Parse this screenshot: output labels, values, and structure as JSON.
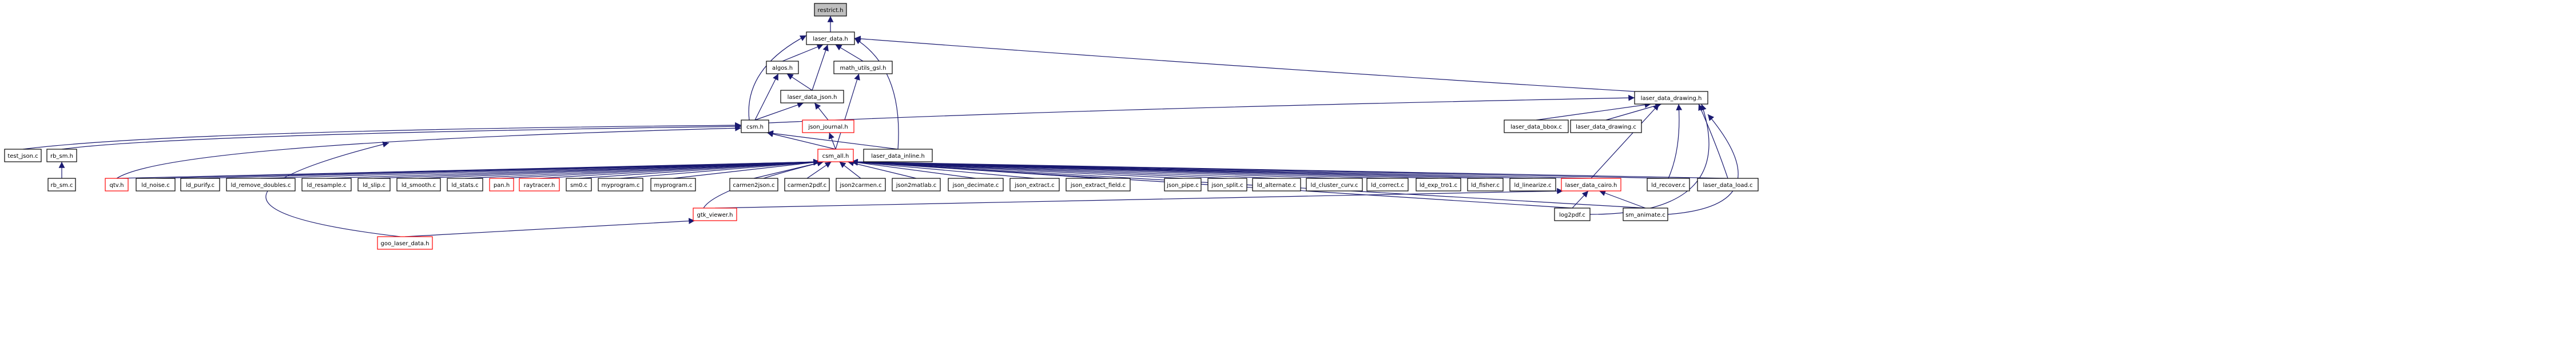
{
  "graph": {
    "edge_color": "#191970",
    "nodes": [
      {
        "id": "restrict_h",
        "label": "restrict.h",
        "kind": "root"
      },
      {
        "id": "laser_data_h",
        "label": "laser_data.h",
        "kind": "normal"
      },
      {
        "id": "algos_h",
        "label": "algos.h",
        "kind": "normal"
      },
      {
        "id": "math_utils_gsl_h",
        "label": "math_utils_gsl.h",
        "kind": "normal"
      },
      {
        "id": "laser_data_json_h",
        "label": "laser_data_json.h",
        "kind": "normal"
      },
      {
        "id": "json_journal_h",
        "label": "json_journal.h",
        "kind": "red"
      },
      {
        "id": "csm_h",
        "label": "csm.h",
        "kind": "normal"
      },
      {
        "id": "csm_all_h",
        "label": "csm_all.h",
        "kind": "red"
      },
      {
        "id": "laser_data_inline_h",
        "label": "laser_data_inline.h",
        "kind": "normal"
      },
      {
        "id": "laser_data_drawing_h",
        "label": "laser_data_drawing.h",
        "kind": "normal"
      },
      {
        "id": "laser_data_bbox_c",
        "label": "laser_data_bbox.c",
        "kind": "normal"
      },
      {
        "id": "laser_data_drawing_c",
        "label": "laser_data_drawing.c",
        "kind": "normal"
      },
      {
        "id": "test_json_c",
        "label": "test_json.c",
        "kind": "normal"
      },
      {
        "id": "rb_sm_h",
        "label": "rb_sm.h",
        "kind": "normal"
      },
      {
        "id": "rb_sm_c",
        "label": "rb_sm.c",
        "kind": "normal"
      },
      {
        "id": "qtv_h",
        "label": "qtv.h",
        "kind": "red"
      },
      {
        "id": "ld_noise_c",
        "label": "ld_noise.c",
        "kind": "normal"
      },
      {
        "id": "ld_purify_c",
        "label": "ld_purify.c",
        "kind": "normal"
      },
      {
        "id": "ld_remove_doubles_c",
        "label": "ld_remove_doubles.c",
        "kind": "normal"
      },
      {
        "id": "ld_resample_c",
        "label": "ld_resample.c",
        "kind": "normal"
      },
      {
        "id": "ld_slip_c",
        "label": "ld_slip.c",
        "kind": "normal"
      },
      {
        "id": "ld_smooth_c",
        "label": "ld_smooth.c",
        "kind": "normal"
      },
      {
        "id": "ld_stats_c",
        "label": "ld_stats.c",
        "kind": "normal"
      },
      {
        "id": "pan_h",
        "label": "pan.h",
        "kind": "red"
      },
      {
        "id": "raytracer_h",
        "label": "raytracer.h",
        "kind": "red"
      },
      {
        "id": "sm0_c",
        "label": "sm0.c",
        "kind": "normal"
      },
      {
        "id": "myprogram_c_1",
        "label": "myprogram.c",
        "kind": "normal"
      },
      {
        "id": "myprogram_c_2",
        "label": "myprogram.c",
        "kind": "normal"
      },
      {
        "id": "carmen2json_c",
        "label": "carmen2json.c",
        "kind": "normal"
      },
      {
        "id": "carmen2pdf_c",
        "label": "carmen2pdf.c",
        "kind": "normal"
      },
      {
        "id": "json2carmen_c",
        "label": "json2carmen.c",
        "kind": "normal"
      },
      {
        "id": "json2matlab_c",
        "label": "json2matlab.c",
        "kind": "normal"
      },
      {
        "id": "json_decimate_c",
        "label": "json_decimate.c",
        "kind": "normal"
      },
      {
        "id": "json_extract_c",
        "label": "json_extract.c",
        "kind": "normal"
      },
      {
        "id": "json_extract_field_c",
        "label": "json_extract_field.c",
        "kind": "normal"
      },
      {
        "id": "json_pipe_c",
        "label": "json_pipe.c",
        "kind": "normal"
      },
      {
        "id": "json_split_c",
        "label": "json_split.c",
        "kind": "normal"
      },
      {
        "id": "ld_alternate_c",
        "label": "ld_alternate.c",
        "kind": "normal"
      },
      {
        "id": "ld_cluster_curv_c",
        "label": "ld_cluster_curv.c",
        "kind": "normal"
      },
      {
        "id": "ld_correct_c",
        "label": "ld_correct.c",
        "kind": "normal"
      },
      {
        "id": "ld_exp_tro1_c",
        "label": "ld_exp_tro1.c",
        "kind": "normal"
      },
      {
        "id": "ld_fisher_c",
        "label": "ld_fisher.c",
        "kind": "normal"
      },
      {
        "id": "ld_linearize_c",
        "label": "ld_linearize.c",
        "kind": "normal"
      },
      {
        "id": "laser_data_cairo_h",
        "label": "laser_data_cairo.h",
        "kind": "red"
      },
      {
        "id": "ld_recover_c",
        "label": "ld_recover.c",
        "kind": "normal"
      },
      {
        "id": "laser_data_load_c",
        "label": "laser_data_load.c",
        "kind": "normal"
      },
      {
        "id": "gtk_viewer_h",
        "label": "gtk_viewer.h",
        "kind": "red"
      },
      {
        "id": "log2pdf_c",
        "label": "log2pdf.c",
        "kind": "normal"
      },
      {
        "id": "sm_animate_c",
        "label": "sm_animate.c",
        "kind": "normal"
      },
      {
        "id": "goo_laser_data_h",
        "label": "goo_laser_data.h",
        "kind": "red"
      }
    ],
    "edges": [
      [
        "laser_data_h",
        "restrict_h"
      ],
      [
        "algos_h",
        "laser_data_h"
      ],
      [
        "math_utils_gsl_h",
        "laser_data_h"
      ],
      [
        "laser_data_json_h",
        "laser_data_h"
      ],
      [
        "csm_h",
        "laser_data_h"
      ],
      [
        "laser_data_inline_h",
        "laser_data_h"
      ],
      [
        "laser_data_drawing_h",
        "laser_data_h"
      ],
      [
        "laser_data_json_h",
        "algos_h"
      ],
      [
        "csm_h",
        "algos_h"
      ],
      [
        "csm_h",
        "laser_data_json_h"
      ],
      [
        "json_journal_h",
        "laser_data_json_h"
      ],
      [
        "csm_all_h",
        "json_journal_h"
      ],
      [
        "csm_all_h",
        "math_utils_gsl_h"
      ],
      [
        "csm_all_h",
        "csm_h"
      ],
      [
        "laser_data_inline_h",
        "csm_h"
      ],
      [
        "csm_h",
        "laser_data_drawing_h"
      ],
      [
        "laser_data_bbox_c",
        "laser_data_drawing_h"
      ],
      [
        "laser_data_drawing_c",
        "laser_data_drawing_h"
      ],
      [
        "laser_data_cairo_h",
        "laser_data_drawing_h"
      ],
      [
        "ld_recover_c",
        "laser_data_drawing_h"
      ],
      [
        "laser_data_load_c",
        "laser_data_drawing_h"
      ],
      [
        "log2pdf_c",
        "laser_data_drawing_h"
      ],
      [
        "sm_animate_c",
        "laser_data_drawing_h"
      ],
      [
        "test_json_c",
        "csm_h"
      ],
      [
        "rb_sm_h",
        "csm_h"
      ],
      [
        "rb_sm_c",
        "rb_sm_h"
      ],
      [
        "qtv_h",
        "csm_h"
      ],
      [
        "goo_laser_data_h",
        "csm_h"
      ],
      [
        "qtv_h",
        "csm_all_h"
      ],
      [
        "ld_noise_c",
        "csm_all_h"
      ],
      [
        "ld_purify_c",
        "csm_all_h"
      ],
      [
        "ld_remove_doubles_c",
        "csm_all_h"
      ],
      [
        "ld_resample_c",
        "csm_all_h"
      ],
      [
        "ld_slip_c",
        "csm_all_h"
      ],
      [
        "ld_smooth_c",
        "csm_all_h"
      ],
      [
        "ld_stats_c",
        "csm_all_h"
      ],
      [
        "pan_h",
        "csm_all_h"
      ],
      [
        "raytracer_h",
        "csm_all_h"
      ],
      [
        "sm0_c",
        "csm_all_h"
      ],
      [
        "myprogram_c_1",
        "csm_all_h"
      ],
      [
        "myprogram_c_2",
        "csm_all_h"
      ],
      [
        "carmen2json_c",
        "csm_all_h"
      ],
      [
        "carmen2pdf_c",
        "csm_all_h"
      ],
      [
        "json2carmen_c",
        "csm_all_h"
      ],
      [
        "json2matlab_c",
        "csm_all_h"
      ],
      [
        "json_decimate_c",
        "csm_all_h"
      ],
      [
        "json_extract_c",
        "csm_all_h"
      ],
      [
        "json_extract_field_c",
        "csm_all_h"
      ],
      [
        "json_pipe_c",
        "csm_all_h"
      ],
      [
        "json_split_c",
        "csm_all_h"
      ],
      [
        "ld_alternate_c",
        "csm_all_h"
      ],
      [
        "ld_cluster_curv_c",
        "csm_all_h"
      ],
      [
        "ld_correct_c",
        "csm_all_h"
      ],
      [
        "ld_exp_tro1_c",
        "csm_all_h"
      ],
      [
        "ld_fisher_c",
        "csm_all_h"
      ],
      [
        "ld_linearize_c",
        "csm_all_h"
      ],
      [
        "laser_data_cairo_h",
        "csm_all_h"
      ],
      [
        "ld_recover_c",
        "csm_all_h"
      ],
      [
        "laser_data_load_c",
        "csm_all_h"
      ],
      [
        "gtk_viewer_h",
        "csm_all_h"
      ],
      [
        "log2pdf_c",
        "csm_all_h"
      ],
      [
        "sm_animate_c",
        "csm_all_h"
      ],
      [
        "gtk_viewer_h",
        "laser_data_cairo_h"
      ],
      [
        "log2pdf_c",
        "laser_data_cairo_h"
      ],
      [
        "sm_animate_c",
        "laser_data_cairo_h"
      ],
      [
        "goo_laser_data_h",
        "gtk_viewer_h"
      ]
    ]
  }
}
